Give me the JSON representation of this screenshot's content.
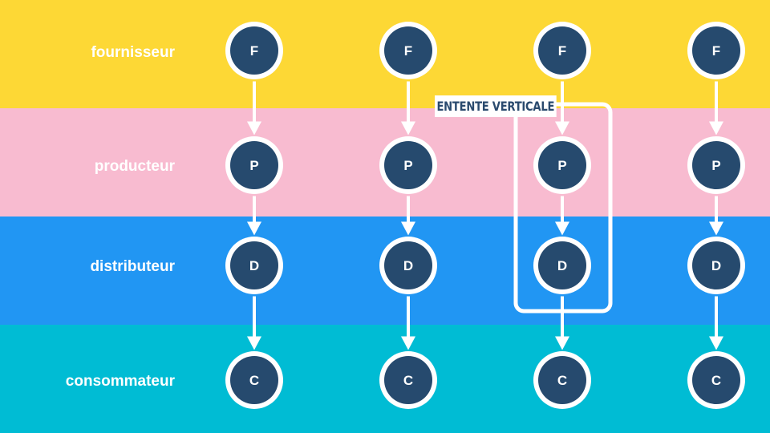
{
  "colors": {
    "supplier_band": "#fdd835",
    "producer_band": "#f8bbd0",
    "distributor_band": "#2196f3",
    "consumer_band": "#00bcd4",
    "node_fill": "#264a6e",
    "node_ring": "#ffffff",
    "connector": "#ffffff"
  },
  "rows": [
    {
      "label": "fournisseur",
      "node_letter": "F"
    },
    {
      "label": "producteur",
      "node_letter": "P"
    },
    {
      "label": "distributeur",
      "node_letter": "D"
    },
    {
      "label": "consommateur",
      "node_letter": "C"
    }
  ],
  "columns": 4,
  "callout": {
    "label": "ENTENTE VERTICALE",
    "column_index": 3,
    "covers_rows": [
      "producteur",
      "distributeur"
    ]
  }
}
